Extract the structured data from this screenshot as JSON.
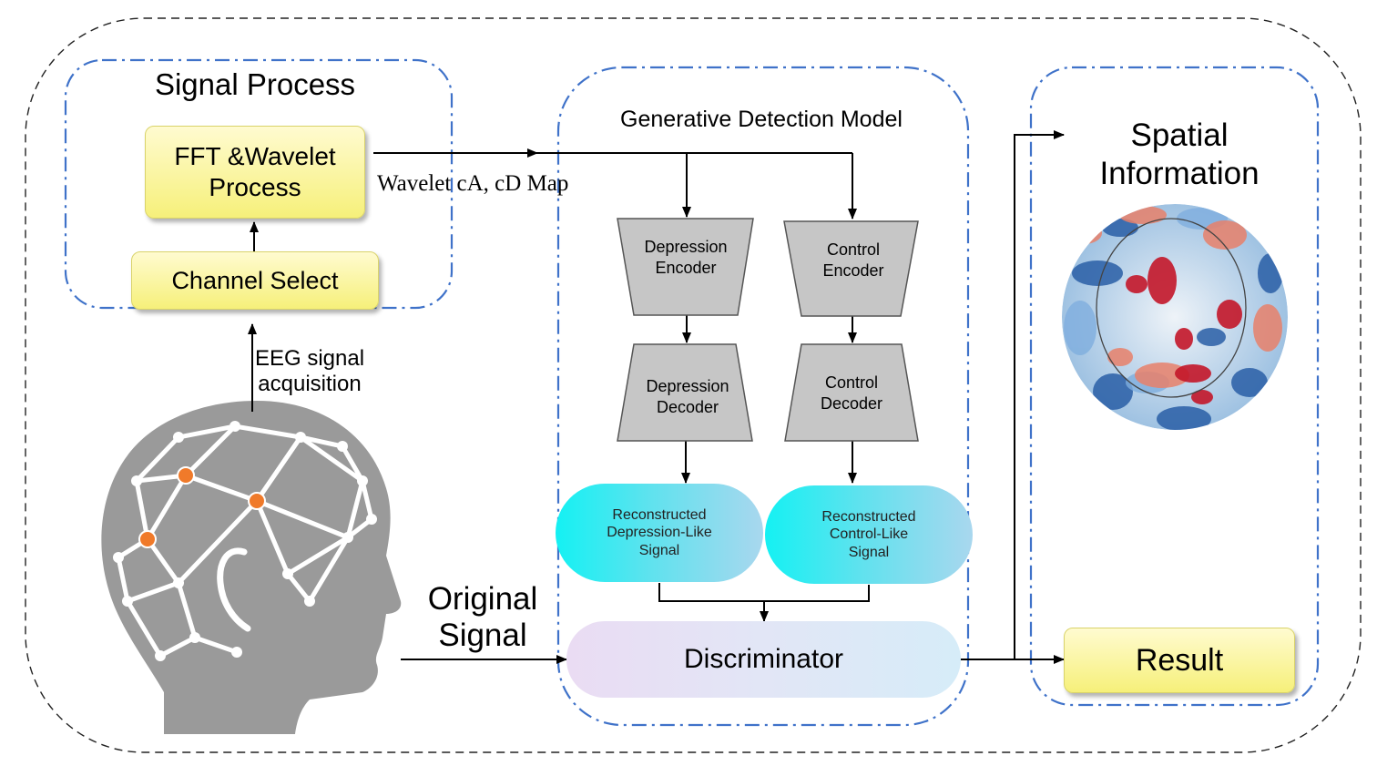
{
  "signal_process": {
    "title": "Signal Process",
    "fft_box": "FFT &Wavelet\nProcess",
    "channel_box": "Channel Select"
  },
  "wavelet_label": "Wavelet cA, cD Map",
  "eeg_label": "EEG signal\nacquisition",
  "original_signal_label": "Original\nSignal",
  "model": {
    "title": "Generative Detection Model",
    "dep_encoder": "Depression\nEncoder",
    "ctrl_encoder": "Control\nEncoder",
    "dep_decoder": "Depression\nDecoder",
    "ctrl_decoder": "Control\nDecoder",
    "recon_dep": "Reconstructed\nDepression-Like\nSignal",
    "recon_ctrl": "Reconstructed\nControl-Like\nSignal",
    "discriminator": "Discriminator"
  },
  "output": {
    "spatial": "Spatial\nInformation",
    "result": "Result"
  },
  "colors": {
    "dash_blue": "#3f72c9",
    "node_orange": "#f07a2a",
    "head_gray": "#9a9a9a"
  }
}
